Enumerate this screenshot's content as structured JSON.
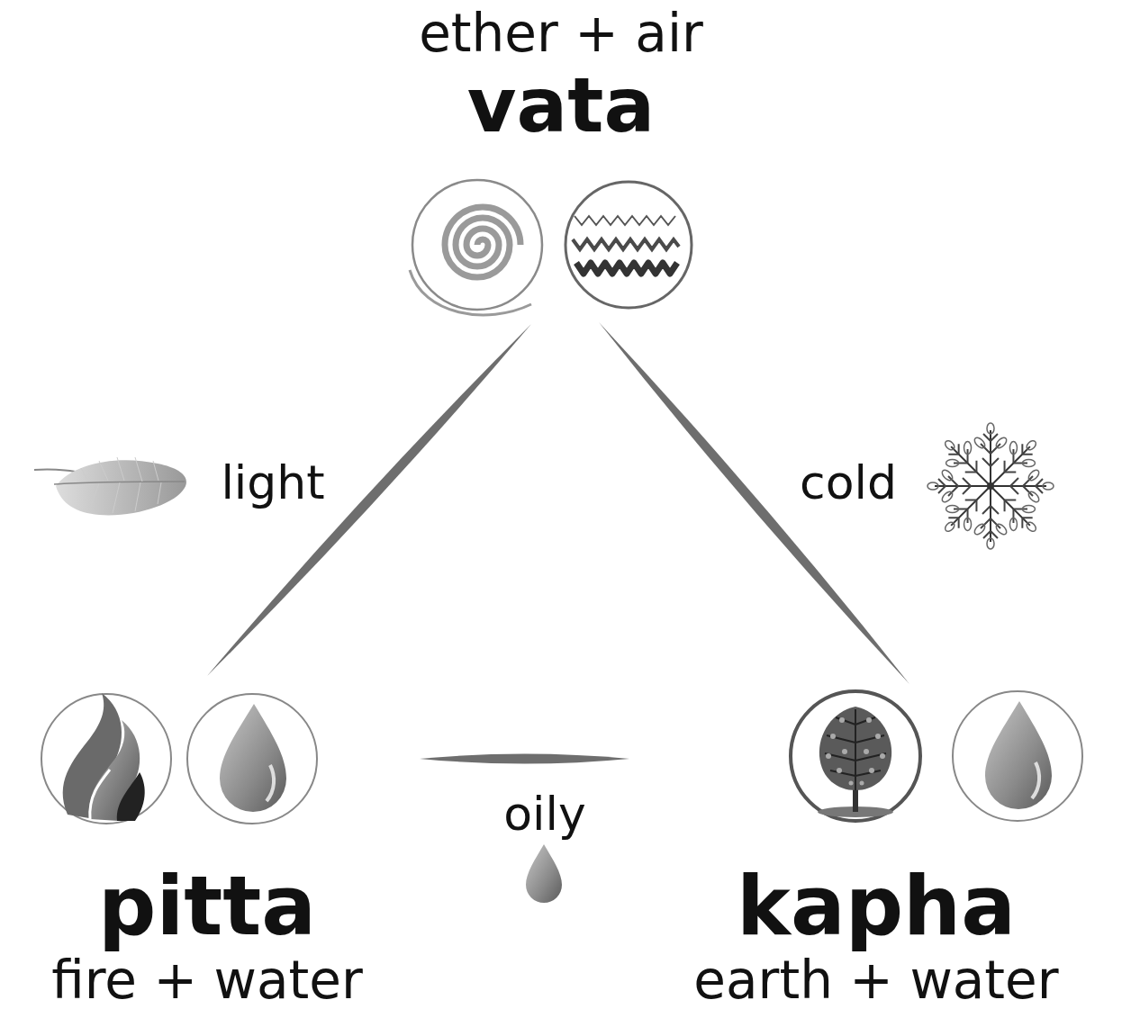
{
  "diagram": {
    "nodes": [
      {
        "text": [
          "ether + air",
          "vata"
        ]
      },
      {
        "text": [
          "pitta",
          "fire + water"
        ]
      },
      {
        "text": [
          "kapha",
          "earth + water"
        ]
      }
    ],
    "edges": [
      {
        "from": 0,
        "to": 1,
        "label": "light",
        "arrow": "none"
      },
      {
        "from": 0,
        "to": 2,
        "label": "cold",
        "arrow": "none"
      },
      {
        "from": 1,
        "to": 2,
        "label": "oily",
        "arrow": "none"
      }
    ]
  }
}
